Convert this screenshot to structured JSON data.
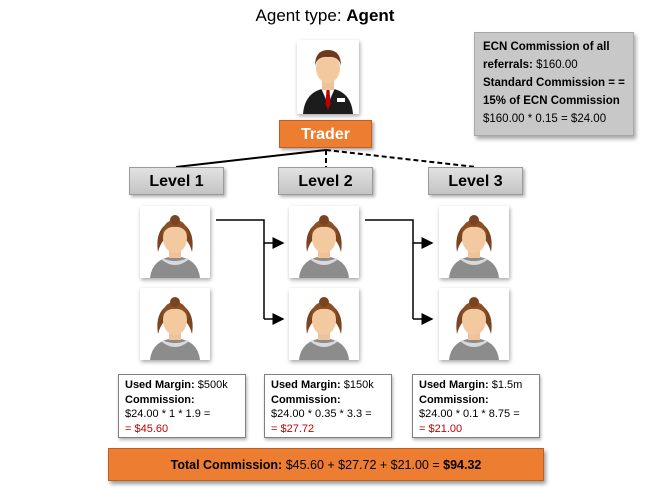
{
  "title": {
    "prefix": "Agent type: ",
    "value": "Agent"
  },
  "info": {
    "line1_bold": "ECN Commission of all referrals:",
    "line1_value": " $160.00",
    "line2_bold": "Standard Commission = = 15% of ECN Commission",
    "line3": "$160.00 * 0.15 = $24.00"
  },
  "trader_label": "Trader",
  "levels": [
    "Level 1",
    "Level 2",
    "Level 3"
  ],
  "commissions": [
    {
      "margin_label": "Used Margin:",
      "margin_value": " $500k",
      "commission_label": "Commission:",
      "formula": "$24.00 * 1 * 1.9 =",
      "result": "= $45.60"
    },
    {
      "margin_label": "Used Margin:",
      "margin_value": " $150k",
      "commission_label": "Commission:",
      "formula": "$24.00 * 0.35 * 3.3 =",
      "result": "= $27.72"
    },
    {
      "margin_label": "Used Margin:",
      "margin_value": " $1.5m",
      "commission_label": "Commission:",
      "formula": "$24.00 * 0.1 * 8.75 =",
      "result": "= $21.00"
    }
  ],
  "total": {
    "label": "Total Commission:",
    "sum": " $45.60 + $27.72 + $21.00 = ",
    "value": "$94.32"
  },
  "colors": {
    "accent": "#ed7d31",
    "result_red": "#c00000",
    "level_gray": "#d4d4d4"
  },
  "icons": {
    "trader": "businessman-icon",
    "referral": "female-user-icon"
  }
}
